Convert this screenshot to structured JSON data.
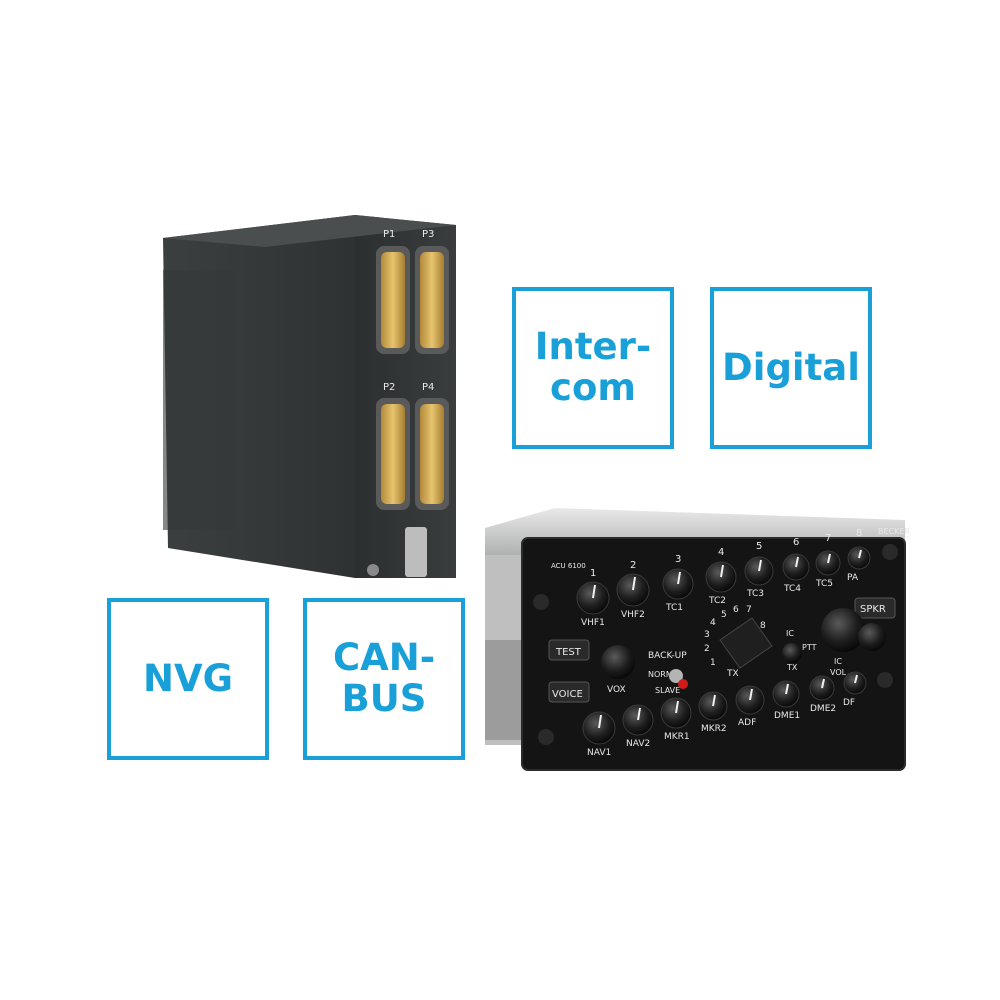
{
  "features": [
    {
      "id": "intercom",
      "label": "Inter-\ncom"
    },
    {
      "id": "digital",
      "label": "Digital"
    },
    {
      "id": "nvg",
      "label": "NVG"
    },
    {
      "id": "canbus",
      "label": "CAN-\nBUS"
    }
  ],
  "colors": {
    "accent": "#1aa0d8",
    "background": "#ffffff"
  },
  "photo": {
    "connectors": [
      "P1",
      "P3",
      "P2",
      "P4"
    ],
    "panel": {
      "brand": "BECKER",
      "model": "ACU 6100",
      "channel_numbers": [
        "1",
        "2",
        "3",
        "4",
        "5",
        "6",
        "7",
        "8"
      ],
      "top_row_labels": [
        "VHF1",
        "VHF2",
        "TC1",
        "TC2",
        "TC3",
        "TC4",
        "TC5",
        "PA"
      ],
      "buttons": [
        "TEST",
        "VOICE",
        "SPKR"
      ],
      "middle_labels": [
        "VOX",
        "BACK-UP",
        "NORM",
        "SLAVE",
        "TX",
        "IC",
        "PTT",
        "TX",
        "IC",
        "VOL"
      ],
      "selector_numbers": [
        "1",
        "2",
        "3",
        "4",
        "5",
        "6",
        "7",
        "8"
      ],
      "bottom_row_labels": [
        "NAV1",
        "NAV2",
        "MKR1",
        "MKR2",
        "ADF",
        "DME1",
        "DME2",
        "DF"
      ]
    }
  }
}
